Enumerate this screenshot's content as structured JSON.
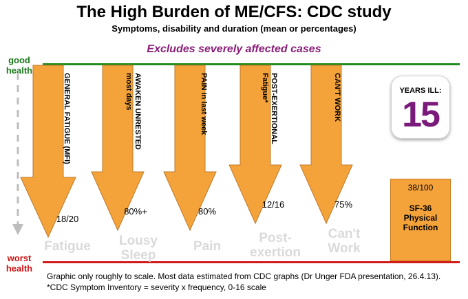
{
  "title": "The High Burden of ME/CFS: CDC study",
  "subtitle": "Symptoms, disability and duration (mean or percentages)",
  "excludes": "Excludes severely affected cases",
  "axis": {
    "good_line1": "good",
    "good_line2": "health",
    "worst_line1": "worst",
    "worst_line2": "health"
  },
  "symptoms": [
    {
      "label": "GENERAL FATIGUE (MFI)",
      "sublabel": "",
      "value": "18/20",
      "category": [
        "Fatigue"
      ]
    },
    {
      "label": "AWAKEN UNRESTED",
      "sublabel": "most days",
      "value": "80%+",
      "category": [
        "Lousy",
        "Sleep"
      ]
    },
    {
      "label": "PAIN in last week",
      "sublabel": "",
      "value": "80%",
      "category": [
        "Pain"
      ]
    },
    {
      "label": "POST-EXERTIONAL",
      "sublabel": "Fatigue*",
      "value": "12/16",
      "category": [
        "Post-",
        "exertion"
      ]
    },
    {
      "label": "CAN'T WORK",
      "sublabel": "",
      "value": "75%",
      "category": [
        "Can't",
        "Work"
      ]
    }
  ],
  "years_ill": {
    "label": "YEARS ILL:",
    "value": "15"
  },
  "sf36": {
    "value": "38/100",
    "line1": "SF-36",
    "line2": "Physical",
    "line3": "Function"
  },
  "footnote": {
    "line1": "Graphic only roughly to scale. Most data estimated from CDC graphs (Dr Unger FDA presentation, 26.4.13).",
    "line2": "*CDC Symptom Inventory = severity x frequency, 0-16 scale"
  },
  "colors": {
    "arrow_fill": "#f4a23a",
    "arrow_stroke": "#c0792a",
    "good": "#1f8c1f",
    "worst": "#d11a1a",
    "accent": "#8a1d78"
  }
}
